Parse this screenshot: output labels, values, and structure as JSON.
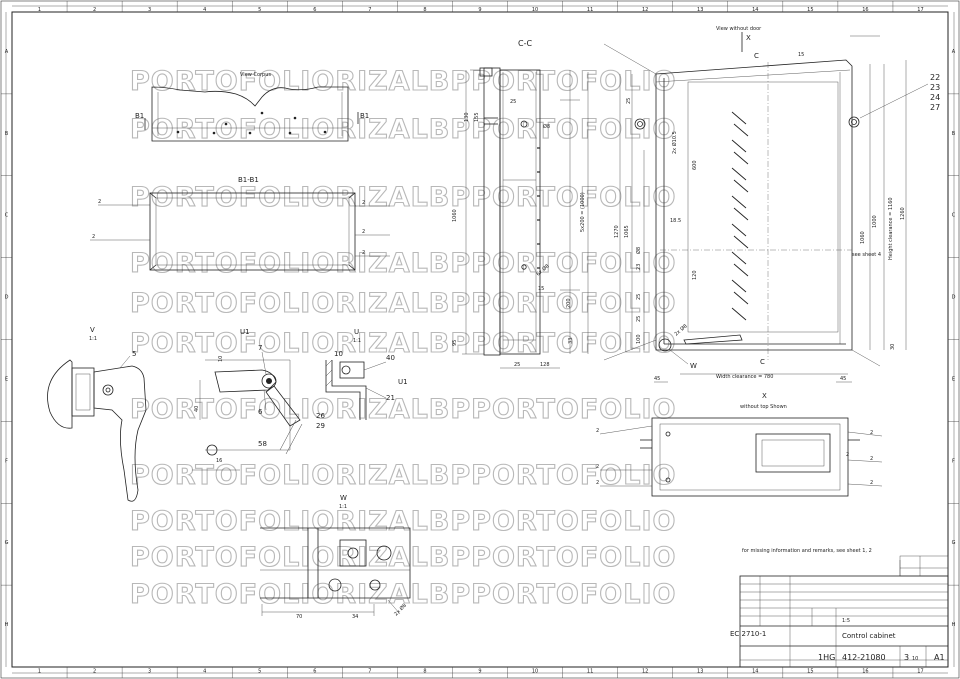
{
  "frame": {
    "col_numbers": [
      "1",
      "2",
      "3",
      "4",
      "5",
      "6",
      "7",
      "8",
      "9",
      "10",
      "11",
      "12",
      "13",
      "14",
      "15",
      "16",
      "17"
    ],
    "row_letters": [
      "A",
      "B",
      "C",
      "D",
      "E",
      "F",
      "G",
      "H"
    ]
  },
  "watermark": {
    "text": "PORTOFOLIORIZALBPPORTOFOLIO"
  },
  "views": {
    "corpus": {
      "title": "View Corpus",
      "section": "B1"
    },
    "b1b1": {
      "title": "B1-B1",
      "dims": [
        "2",
        "2",
        "2",
        "2",
        "2"
      ]
    },
    "cc": {
      "title": "C-C",
      "dims": [
        "130",
        "155",
        "25",
        "1060",
        "5x200 = (1000)",
        "Ø8",
        "6x Ø8",
        "15",
        "200",
        "95",
        "33",
        "25",
        "128"
      ]
    },
    "front": {
      "title": "View without door",
      "marker_x": "X",
      "marker_c": "C",
      "dims": [
        "25",
        "2x Ø10.5",
        "600",
        "1065",
        "1270",
        "18.5",
        "Ø8",
        "23",
        "25",
        "120",
        "100",
        "25",
        "2x Ø8",
        "1060",
        "1000",
        "see sheet 4",
        "Height clearance = 1160",
        "1260",
        "30",
        "45",
        "45",
        "Width clearance = 780",
        "15"
      ],
      "callouts": [
        "22",
        "23",
        "24",
        "27"
      ],
      "label_w": "W"
    },
    "x_view": {
      "title": "X",
      "subtitle": "without top Shown",
      "dims": [
        "2",
        "2",
        "2",
        "2",
        "2",
        "2",
        "2"
      ]
    },
    "v_detail": {
      "title": "V",
      "scale": "1:1",
      "callout": "5"
    },
    "u1_detail": {
      "title": "U1",
      "callouts": [
        "7",
        "6",
        "58"
      ],
      "dims": [
        "40",
        "10",
        "16"
      ]
    },
    "u_detail": {
      "title": "U",
      "scale": "1:1",
      "callouts": [
        "10",
        "40",
        "U1",
        "21",
        "26",
        "29"
      ]
    },
    "w_detail": {
      "title": "W",
      "scale": "1:1",
      "dims": [
        "70",
        "34",
        "2x Ø8"
      ]
    }
  },
  "notes": {
    "missing_info": "for missing information and remarks, see sheet 1, 2"
  },
  "title_block": {
    "title": "Control cabinet",
    "company": "1HG",
    "drawing_number": "412-21080",
    "sheet": "3",
    "sheets_total": "10",
    "size": "A1",
    "scale": "1:5",
    "left_code": "EC 2710-1"
  }
}
